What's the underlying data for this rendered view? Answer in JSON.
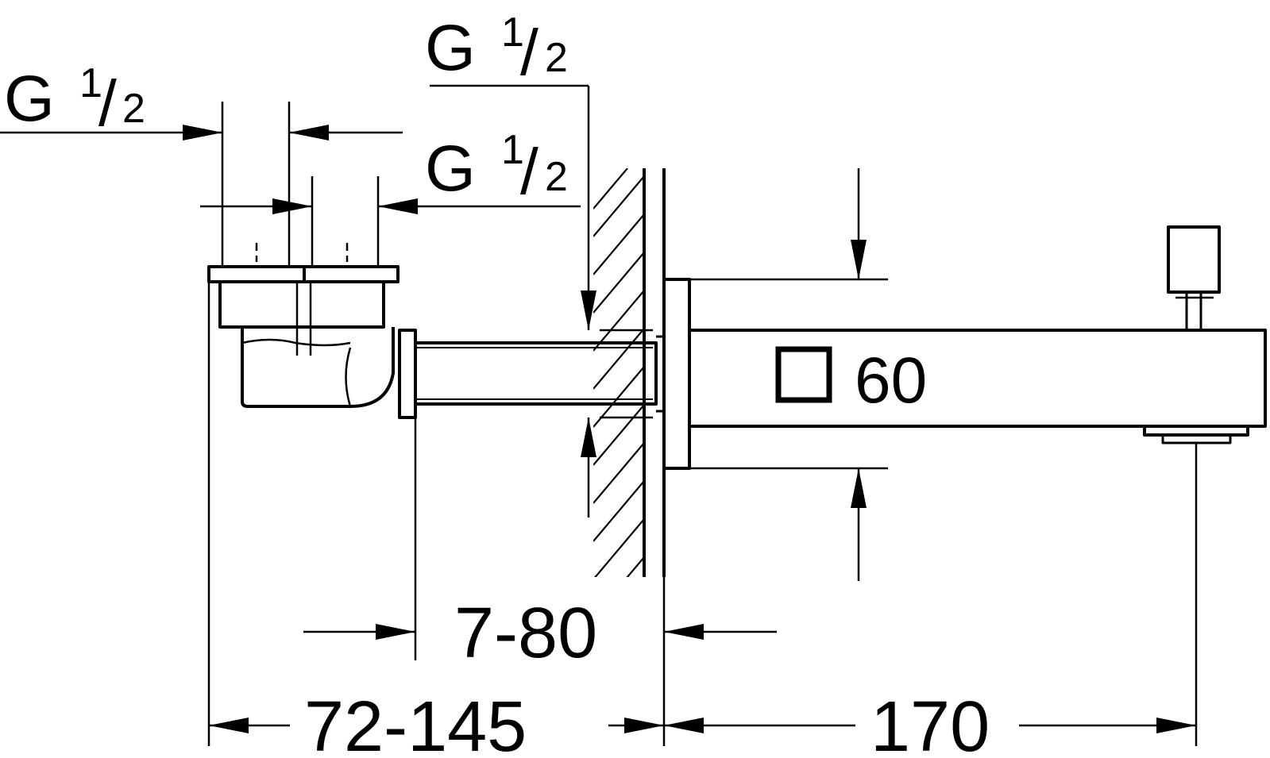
{
  "drawing": {
    "thread_labels": [
      {
        "prefix": "G",
        "numerator": "1",
        "slash": "/",
        "denominator": "2"
      },
      {
        "prefix": "G",
        "numerator": "1",
        "slash": "/",
        "denominator": "2"
      },
      {
        "prefix": "G",
        "numerator": "1",
        "slash": "/",
        "denominator": "2"
      }
    ],
    "dimensions": {
      "wall_gap": "7-80",
      "body_depth": "72-145",
      "spout_length": "170",
      "spout_section": "60"
    }
  }
}
